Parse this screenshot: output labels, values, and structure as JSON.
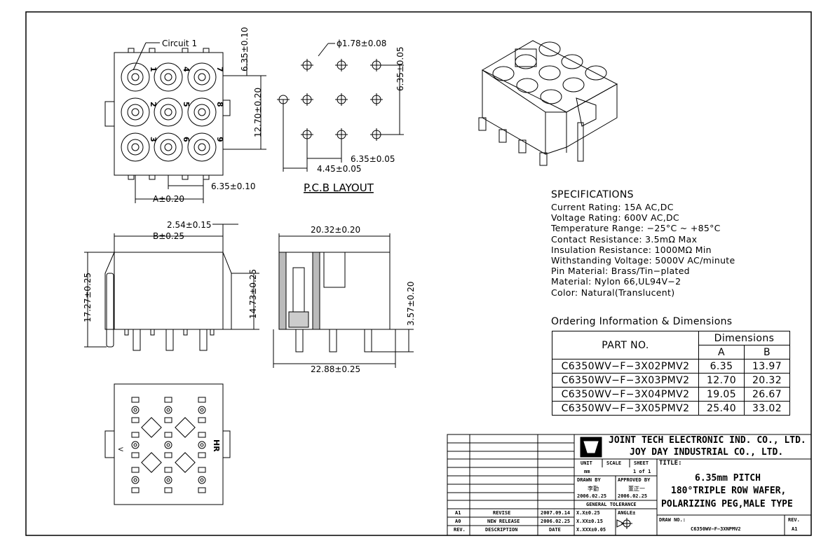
{
  "drawing": {
    "top_view": {
      "callout": "Circuit 1",
      "pin_numbers": [
        "1",
        "2",
        "3",
        "4",
        "5",
        "6",
        "7",
        "8",
        "9"
      ],
      "dim_height_pitch": "6.35±0.10",
      "dim_center": "12.70±0.20",
      "dim_pitch_bottom": "6.35±0.10",
      "dim_a": "A±0.20"
    },
    "pcb_layout": {
      "hole_dia": "ϕ1.78±0.08",
      "dim_vertical": "6.35±0.05",
      "dim_horizontal": "6.35±0.05",
      "dim_offset": "4.45±0.05",
      "label": "P.C.B LAYOUT"
    },
    "front_view": {
      "dim_top": "2.54±0.15",
      "dim_b": "B±0.25",
      "dim_height": "17.27±0.25",
      "dim_body": "14.73±0.25"
    },
    "side_view": {
      "dim_top": "20.32±0.20",
      "dim_pin": "3.57±0.20",
      "dim_bottom": "22.88±0.25"
    },
    "bottom_view": {
      "mark_v": "V",
      "mark_hr": "HR"
    }
  },
  "specifications": {
    "heading": "SPECIFICATIONS",
    "lines": [
      "Current Rating: 15A AC,DC",
      "Voltage Rating: 600V AC,DC",
      "Temperature Range: −25°C ~ +85°C",
      "Contact Resistance: 3.5mΩ Max",
      "Insulation Resistance: 1000MΩ Min",
      "Withstanding Voltage: 5000V AC/minute",
      "Pin Material: Brass/Tin−plated",
      "Material: Nylon 66,UL94V−2",
      "Color: Natural(Translucent)"
    ]
  },
  "ordering": {
    "heading": "Ordering Information & Dimensions",
    "col_part": "PART NO.",
    "col_dimensions": "Dimensions",
    "col_a": "A",
    "col_b": "B",
    "rows": [
      {
        "part": "C6350WV−F−3X02PMV2",
        "a": "6.35",
        "b": "13.97"
      },
      {
        "part": "C6350WV−F−3X03PMV2",
        "a": "12.70",
        "b": "20.32"
      },
      {
        "part": "C6350WV−F−3X04PMV2",
        "a": "19.05",
        "b": "26.67"
      },
      {
        "part": "C6350WV−F−3X05PMV2",
        "a": "25.40",
        "b": "33.02"
      }
    ]
  },
  "title_block": {
    "company1": "JOINT TECH ELECTRONIC IND. CO., LTD.",
    "company2": "JOY DAY INDUSTRIAL CO., LTD.",
    "unit_label": "UNIT",
    "unit_value": "mm",
    "scale_label": "SCALE",
    "sheet_label": "SHEET",
    "sheet_value": "1 of 1",
    "drawn_by_label": "DRAWN BY",
    "drawn_by_name": "李勤",
    "drawn_by_date": "2006.02.25",
    "approved_by_label": "APPROVED BY",
    "approved_by_name": "董正一",
    "approved_by_date": "2006.02.25",
    "tolerance_label": "GENERAL TOLERANCE",
    "tol1": "X.X±0.25",
    "tol2": "X.XX±0.15",
    "tol3": "X.XXX±0.05",
    "angle_label": "ANGLE±",
    "title_label": "TITLE:",
    "title_line1": "6.35mm PITCH",
    "title_line2": "180°TRIPLE ROW WAFER,",
    "title_line3": "POLARIZING PEG,MALE TYPE",
    "draw_no_label": "DRAW NO.:",
    "draw_no": "C6350WV−F−3XNPMV2",
    "rev_label": "REV.",
    "rev_value": "A1",
    "revisions": [
      {
        "rev": "A1",
        "desc": "REVISE",
        "date": "2007.09.14"
      },
      {
        "rev": "A0",
        "desc": "NEW RELEASE",
        "date": "2006.02.25"
      }
    ],
    "rev_header": "REV.",
    "desc_header": "DESCRIPTION",
    "date_header": "DATE"
  }
}
